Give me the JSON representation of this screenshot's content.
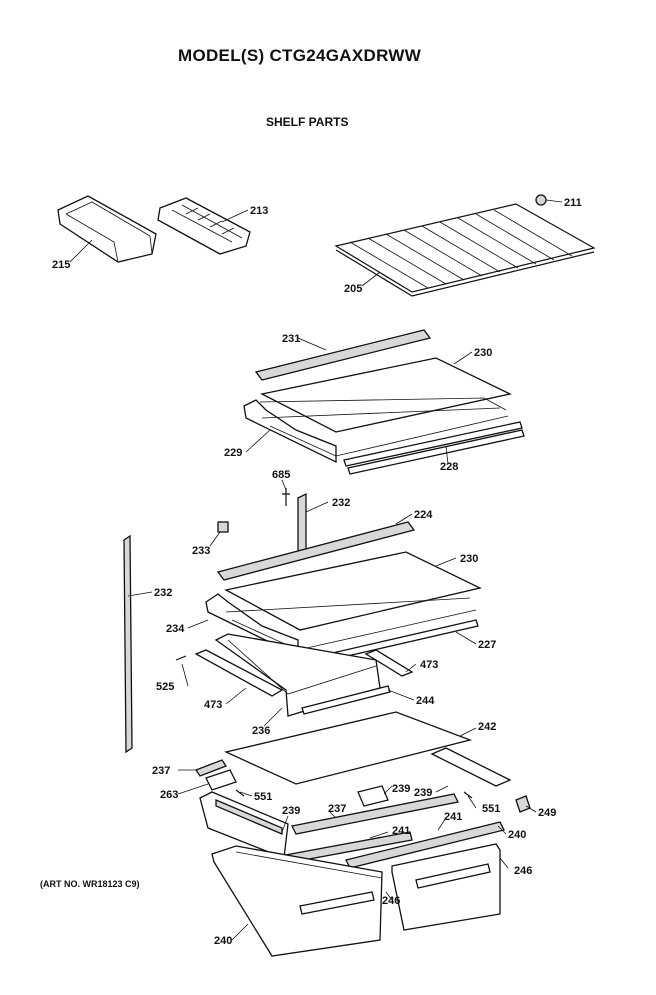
{
  "header": {
    "title": "MODEL(S) CTG24GAXDRWW",
    "subtitle": "SHELF PARTS"
  },
  "footer": {
    "art_number": "(ART NO. WR18123 C9)"
  },
  "callouts": [
    "215",
    "213",
    "211",
    "205",
    "231",
    "230",
    "229",
    "228",
    "685",
    "232",
    "224",
    "233",
    "230",
    "232",
    "234",
    "227",
    "473",
    "525",
    "473",
    "244",
    "236",
    "242",
    "237",
    "263",
    "551",
    "239",
    "239",
    "551",
    "249",
    "237",
    "241",
    "241",
    "240",
    "239",
    "246",
    "246",
    "240"
  ]
}
